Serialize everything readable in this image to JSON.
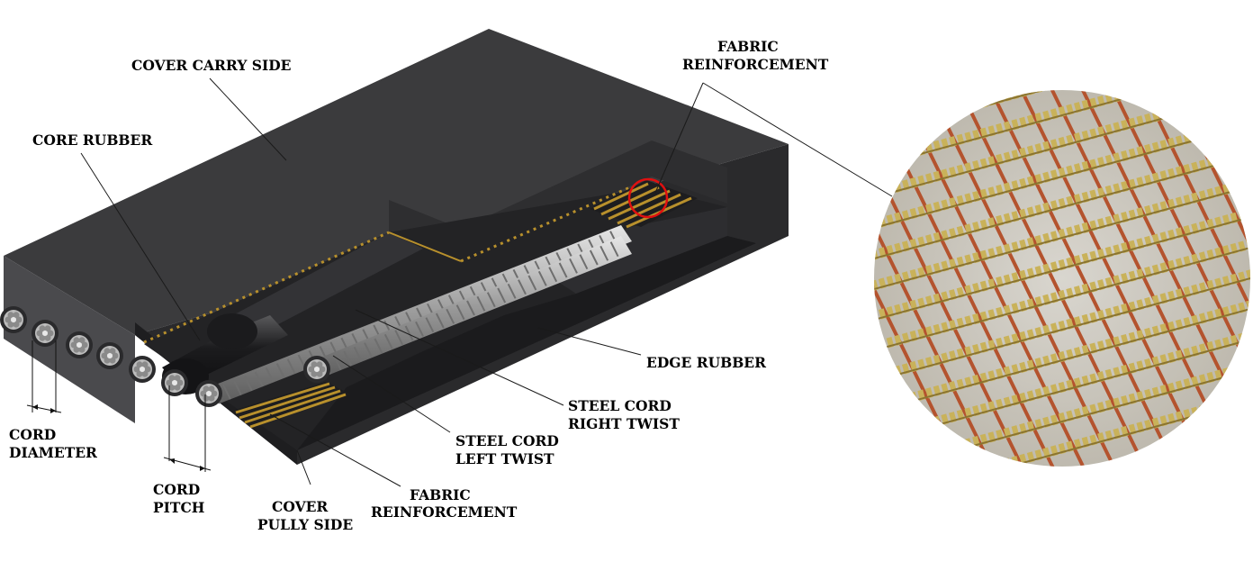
{
  "labels": {
    "cover_carry_side": "COVER CARRY SIDE",
    "core_rubber": "CORE RUBBER",
    "fabric_top_line1": "FABRIC",
    "fabric_top_line2": "REINFORCEMENT",
    "edge_rubber": "EDGE RUBBER",
    "steel_right_line1": "STEEL CORD",
    "steel_right_line2": "RIGHT TWIST",
    "steel_left_line1": "STEEL CORD",
    "steel_left_line2": "LEFT TWIST",
    "fabric_bottom_line1": "FABRIC",
    "fabric_bottom_line2": "REINFORCEMENT",
    "cover_pully_line1": "COVER",
    "cover_pully_line2": "PULLY SIDE",
    "cord_diameter_line1": "CORD",
    "cord_diameter_line2": "DIAMETER",
    "cord_pitch_line1": "CORD",
    "cord_pitch_line2": "PITCH"
  },
  "colors": {
    "belt_top": "#3a3a3c",
    "belt_side": "#2b2b2d",
    "belt_front": "#505053",
    "fabric": "#b8902c",
    "highlight_circle": "#e01010",
    "mesh_thread_red": "#b4532e",
    "mesh_thread_gold": "#c9b25a"
  }
}
